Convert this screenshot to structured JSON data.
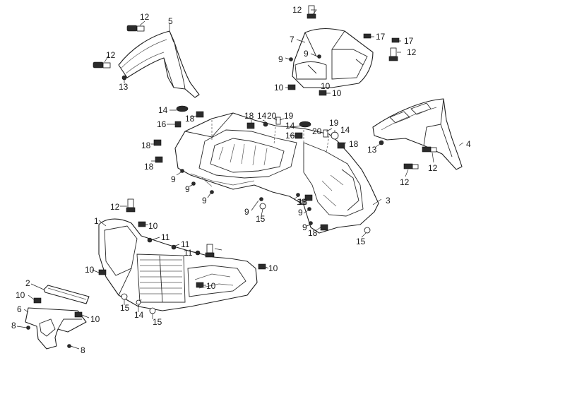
{
  "callouts": {
    "c1": "1",
    "c2": "2",
    "c3": "3",
    "c4": "4",
    "c5": "5",
    "c6": "6",
    "c7": "7",
    "c8a": "8",
    "c8b": "8",
    "c9a": "9",
    "c9b": "9",
    "c9c": "9",
    "c9d": "9",
    "c9e": "9",
    "c9f": "9",
    "c9g": "9",
    "c9h": "9",
    "c10a": "10",
    "c10b": "10",
    "c10c": "10",
    "c10d": "10",
    "c10e": "10",
    "c10f": "10",
    "c10g": "10",
    "c10h": "10",
    "c10i": "10",
    "c11a": "11",
    "c11b": "11",
    "c11c": "11",
    "c12a": "12",
    "c12b": "12",
    "c12c": "12",
    "c12d": "12",
    "c12e": "12",
    "c12f": "12",
    "c12g": "12",
    "c13a": "13",
    "c13b": "13",
    "c14a": "14",
    "c14b": "14",
    "c14c": "14",
    "c14d": "14",
    "c14e": "14",
    "c15a": "15",
    "c15b": "15",
    "c15c": "15",
    "c15d": "15",
    "c16a": "16",
    "c16b": "16",
    "c17a": "17",
    "c17b": "17",
    "c18a": "18",
    "c18b": "18",
    "c18c": "18",
    "c18d": "18",
    "c18e": "18",
    "c18f": "18",
    "c18g": "18",
    "c18h": "18",
    "c19a": "19",
    "c19b": "19",
    "c20a": "20",
    "c20b": "20"
  }
}
